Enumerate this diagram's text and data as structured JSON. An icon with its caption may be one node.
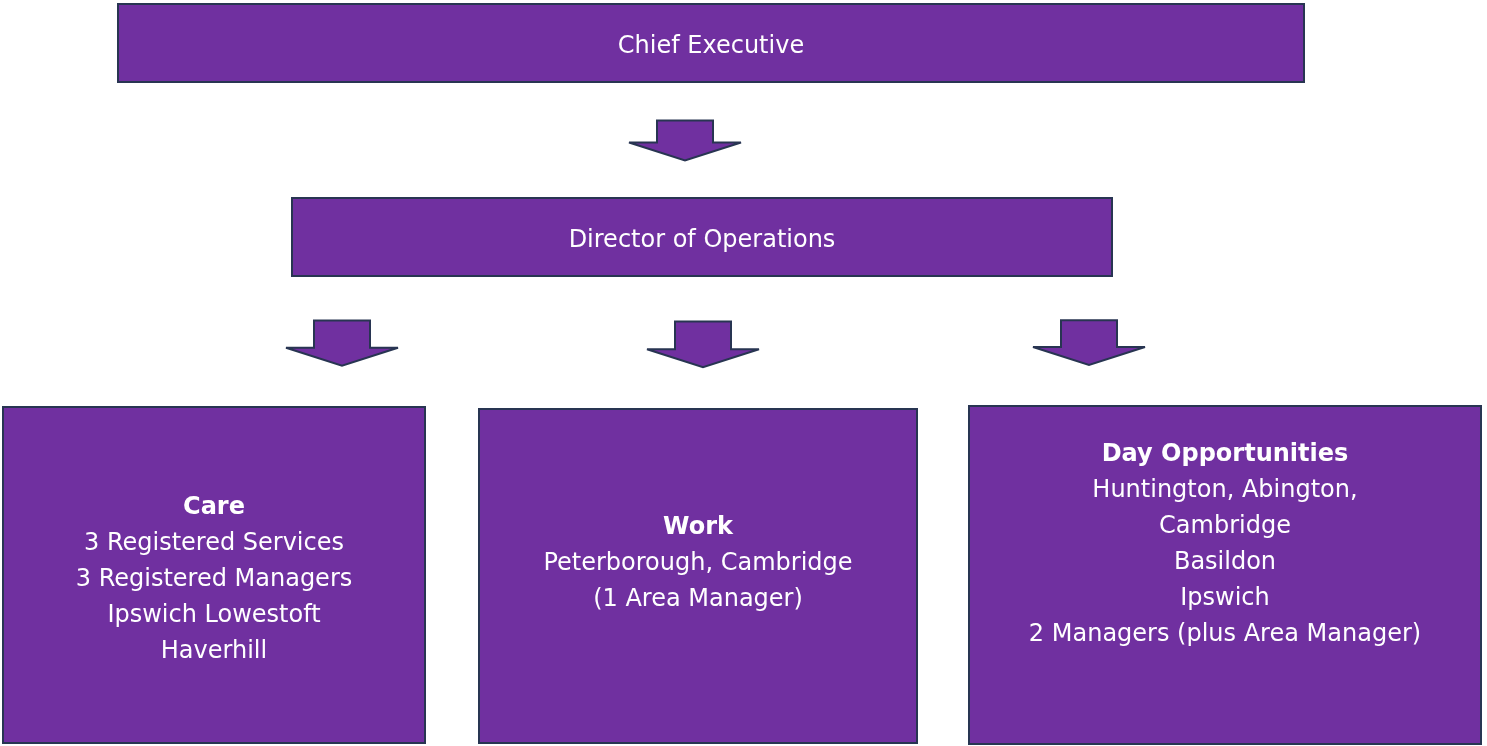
{
  "diagram": {
    "nodes": [
      {
        "text": [
          "Chief Executive"
        ]
      },
      {
        "text": [
          "Director of Operations"
        ]
      },
      {
        "text": [
          "Care",
          "3 Registered Services",
          "3 Registered Managers",
          "Ipswich  Lowestoft",
          "Haverhill"
        ]
      },
      {
        "text": [
          "Work",
          "Peterborough, Cambridge",
          "(1 Area Manager)"
        ]
      },
      {
        "text": [
          "Day Opportunities",
          "Huntington, Abington, Cambridge",
          "Basildon",
          "Ipswich",
          "2 Managers (plus Area Manager)"
        ]
      }
    ],
    "edges": [
      {
        "from": 0,
        "to": 1,
        "arrow": "to"
      },
      {
        "from": 1,
        "to": 2,
        "arrow": "to"
      },
      {
        "from": 1,
        "to": 3,
        "arrow": "to"
      },
      {
        "from": 1,
        "to": 4,
        "arrow": "to"
      }
    ]
  }
}
